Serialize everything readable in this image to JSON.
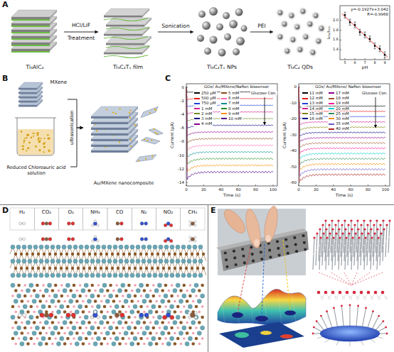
{
  "diagram": {
    "nodes": [
      {
        "text": [
          "Ti₃AlC₂"
        ]
      },
      {
        "text": [
          "Ti₃C₂Tₓ film"
        ]
      },
      {
        "text": [
          "Ti₃C₂Tₓ NPs"
        ]
      },
      {
        "text": [
          "Ti₃C₂ QDs"
        ]
      },
      {
        "text": [
          "MXene"
        ]
      },
      {
        "text": [
          "Reduced Chloroauric acid solution"
        ]
      },
      {
        "text": [
          "Au/MXene nanocomposite"
        ]
      }
    ],
    "edges": [
      {
        "from": 0,
        "to": 1,
        "arrow": "to",
        "label": "HCl/LiF Treatment"
      },
      {
        "from": 1,
        "to": 2,
        "arrow": "to",
        "label": "Sonication"
      },
      {
        "from": 2,
        "to": 3,
        "arrow": "to",
        "label": "PEI"
      },
      {
        "from": 4,
        "to": 6,
        "arrow": "to"
      },
      {
        "from": 5,
        "to": 6,
        "arrow": "to",
        "label": "ultrasonication"
      }
    ],
    "labels": [
      "A",
      "y=-0.1927x+3.042",
      "R=-0.9968",
      "2.0",
      "1.8",
      "1.6",
      "1.4",
      "5",
      "6",
      "7",
      "8",
      "9",
      "pH",
      "I₄₅₀/I₅₁₀",
      "B",
      "C",
      "Current (μA)",
      "0",
      "-2",
      "-4",
      "-6",
      "-8",
      "-10",
      "-12",
      "-14",
      "0",
      "20",
      "40",
      "60",
      "80",
      "100",
      "Time (s)",
      "GOx/ Au/MXene/Nafion biosensor",
      "Glucose Con.",
      "Current (μA)",
      "0",
      "-10",
      "-20",
      "-30",
      "-40",
      "-50",
      "-60",
      "0",
      "20",
      "40",
      "60",
      "80",
      "100",
      "Time (s)",
      "GOx/ Au/MXene/ Nafion biosensor",
      "Glucose Con.",
      "D",
      "H₂",
      "CO₂",
      "O₂",
      "NH₃",
      "CO",
      "N₂",
      "NO₂",
      "CH₄",
      "E"
    ],
    "legend": [
      {
        "text": "250 μM",
        "color": "#000000"
      },
      {
        "text": "500 μM",
        "color": "#e41a1c"
      },
      {
        "text": "750 μM",
        "color": "#1f3fd6"
      },
      {
        "text": "1 mM",
        "color": "#d02090"
      },
      {
        "text": "2 mM",
        "color": "#6b8e23"
      },
      {
        "text": "3 mM",
        "color": "#000080"
      },
      {
        "text": "4 mM",
        "color": "#8b008b"
      },
      {
        "text": "5 mM",
        "color": "#8b4513"
      },
      {
        "text": "6 mM",
        "color": "#ff69b4"
      },
      {
        "text": "7 mM",
        "color": "#008b8b"
      },
      {
        "text": "8 mM",
        "color": "#228b22"
      },
      {
        "text": "9 mM",
        "color": "#ff8c00"
      },
      {
        "text": "10 mM",
        "color": "#4b0082"
      },
      {
        "text": "11 mM",
        "color": "#000000"
      },
      {
        "text": "12 mM",
        "color": "#e41a1c"
      },
      {
        "text": "13 mM",
        "color": "#1f3fd6"
      },
      {
        "text": "14 mM",
        "color": "#d02090"
      },
      {
        "text": "15 mM",
        "color": "#808000"
      },
      {
        "text": "16 mM",
        "color": "#000080"
      },
      {
        "text": "17 mM",
        "color": "#8b008b"
      },
      {
        "text": "18 mM",
        "color": "#a0522d"
      },
      {
        "text": "19 mM",
        "color": "#ff1493"
      },
      {
        "text": "20 mM",
        "color": "#00ced1"
      },
      {
        "text": "25 mM",
        "color": "#2e8b57"
      },
      {
        "text": "30 mM",
        "color": "#ff8c00"
      },
      {
        "text": "35 mM",
        "color": "#6a5acd"
      },
      {
        "text": "40 mM",
        "color": "#b22222"
      }
    ]
  }
}
